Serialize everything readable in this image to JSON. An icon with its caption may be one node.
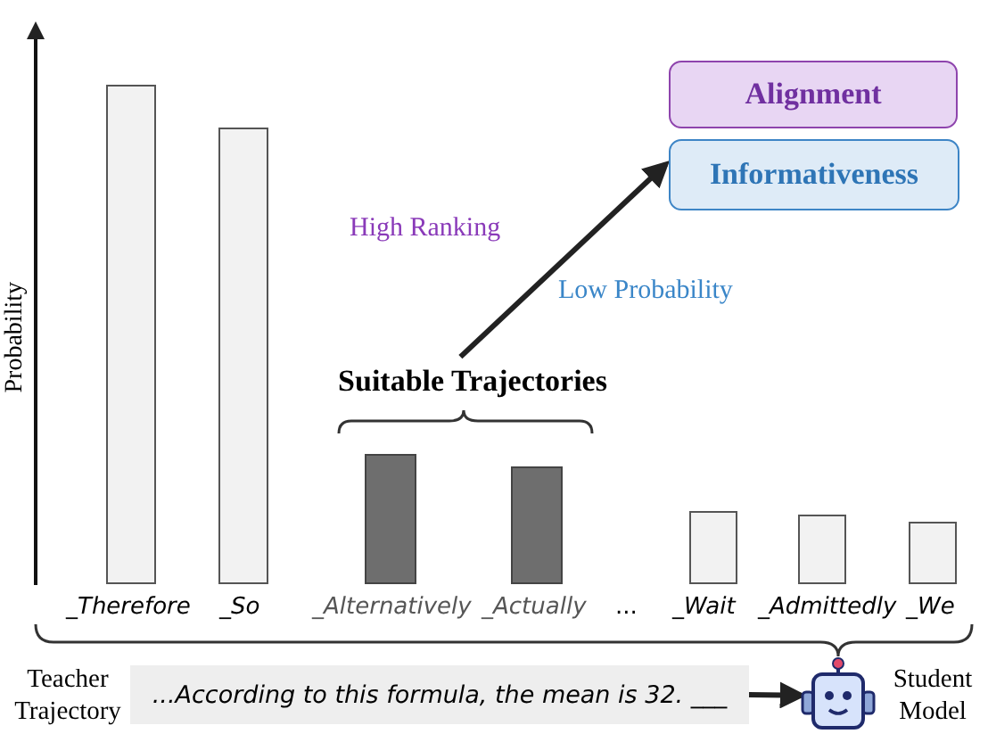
{
  "diagram": {
    "nodes": [
      {
        "text": [
          "Alignment"
        ]
      },
      {
        "text": [
          "Informativeness"
        ]
      },
      {
        "text": [
          "Suitable Trajectories"
        ]
      },
      {
        "text": [
          "...According to this formula, the mean is 32. ___"
        ],
        "beside": [
          "Teacher Trajectory"
        ]
      },
      {
        "text": [],
        "shape": "robot",
        "beside": [
          "Student Model"
        ]
      }
    ],
    "edges": [
      {
        "from": 2,
        "to": 1,
        "arrow": "to"
      },
      {
        "from": 3,
        "to": 4,
        "arrow": "to"
      }
    ],
    "labels": [
      "Probability",
      "High Ranking",
      "Low Probability",
      "_Therefore",
      "_So",
      "_Alternatively",
      "_Actually",
      "...",
      "_Wait",
      "_Admittedly",
      "_We"
    ]
  }
}
